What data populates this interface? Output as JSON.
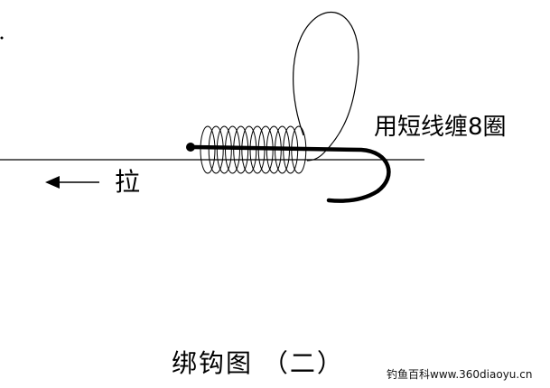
{
  "labels": {
    "wrap_instruction": "用短线缠8圈",
    "pull": "拉",
    "title": "绑钩图  （二）",
    "watermark": "钓鱼百科www.360diaoyu.cn"
  },
  "diagram": {
    "coil_turns": 8,
    "line_color": "#000000",
    "background": "#ffffff"
  }
}
